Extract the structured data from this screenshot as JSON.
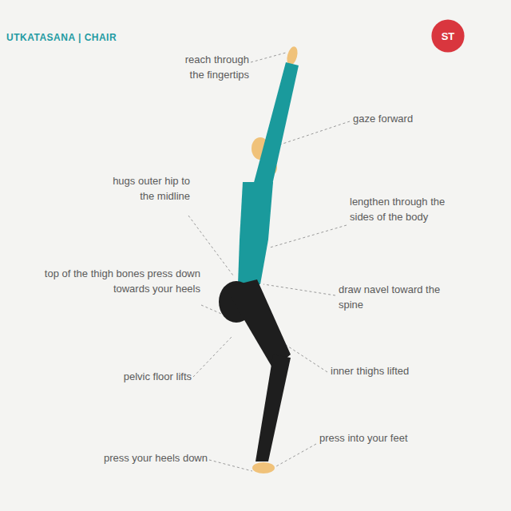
{
  "diagram": {
    "title": "UTKATASANA | CHAIR",
    "nodes": [
      {
        "text": [
          "ST"
        ]
      }
    ],
    "labels": [
      "reach through the fingertips",
      "gaze forward",
      "hugs outer hip to the midline",
      "lengthen through the sides of the body",
      "top of the thigh bones press down towards your heels",
      "draw navel toward the spine",
      "inner thighs lifted",
      "pelvic floor lifts",
      "press your heels down",
      "press into your feet"
    ]
  }
}
